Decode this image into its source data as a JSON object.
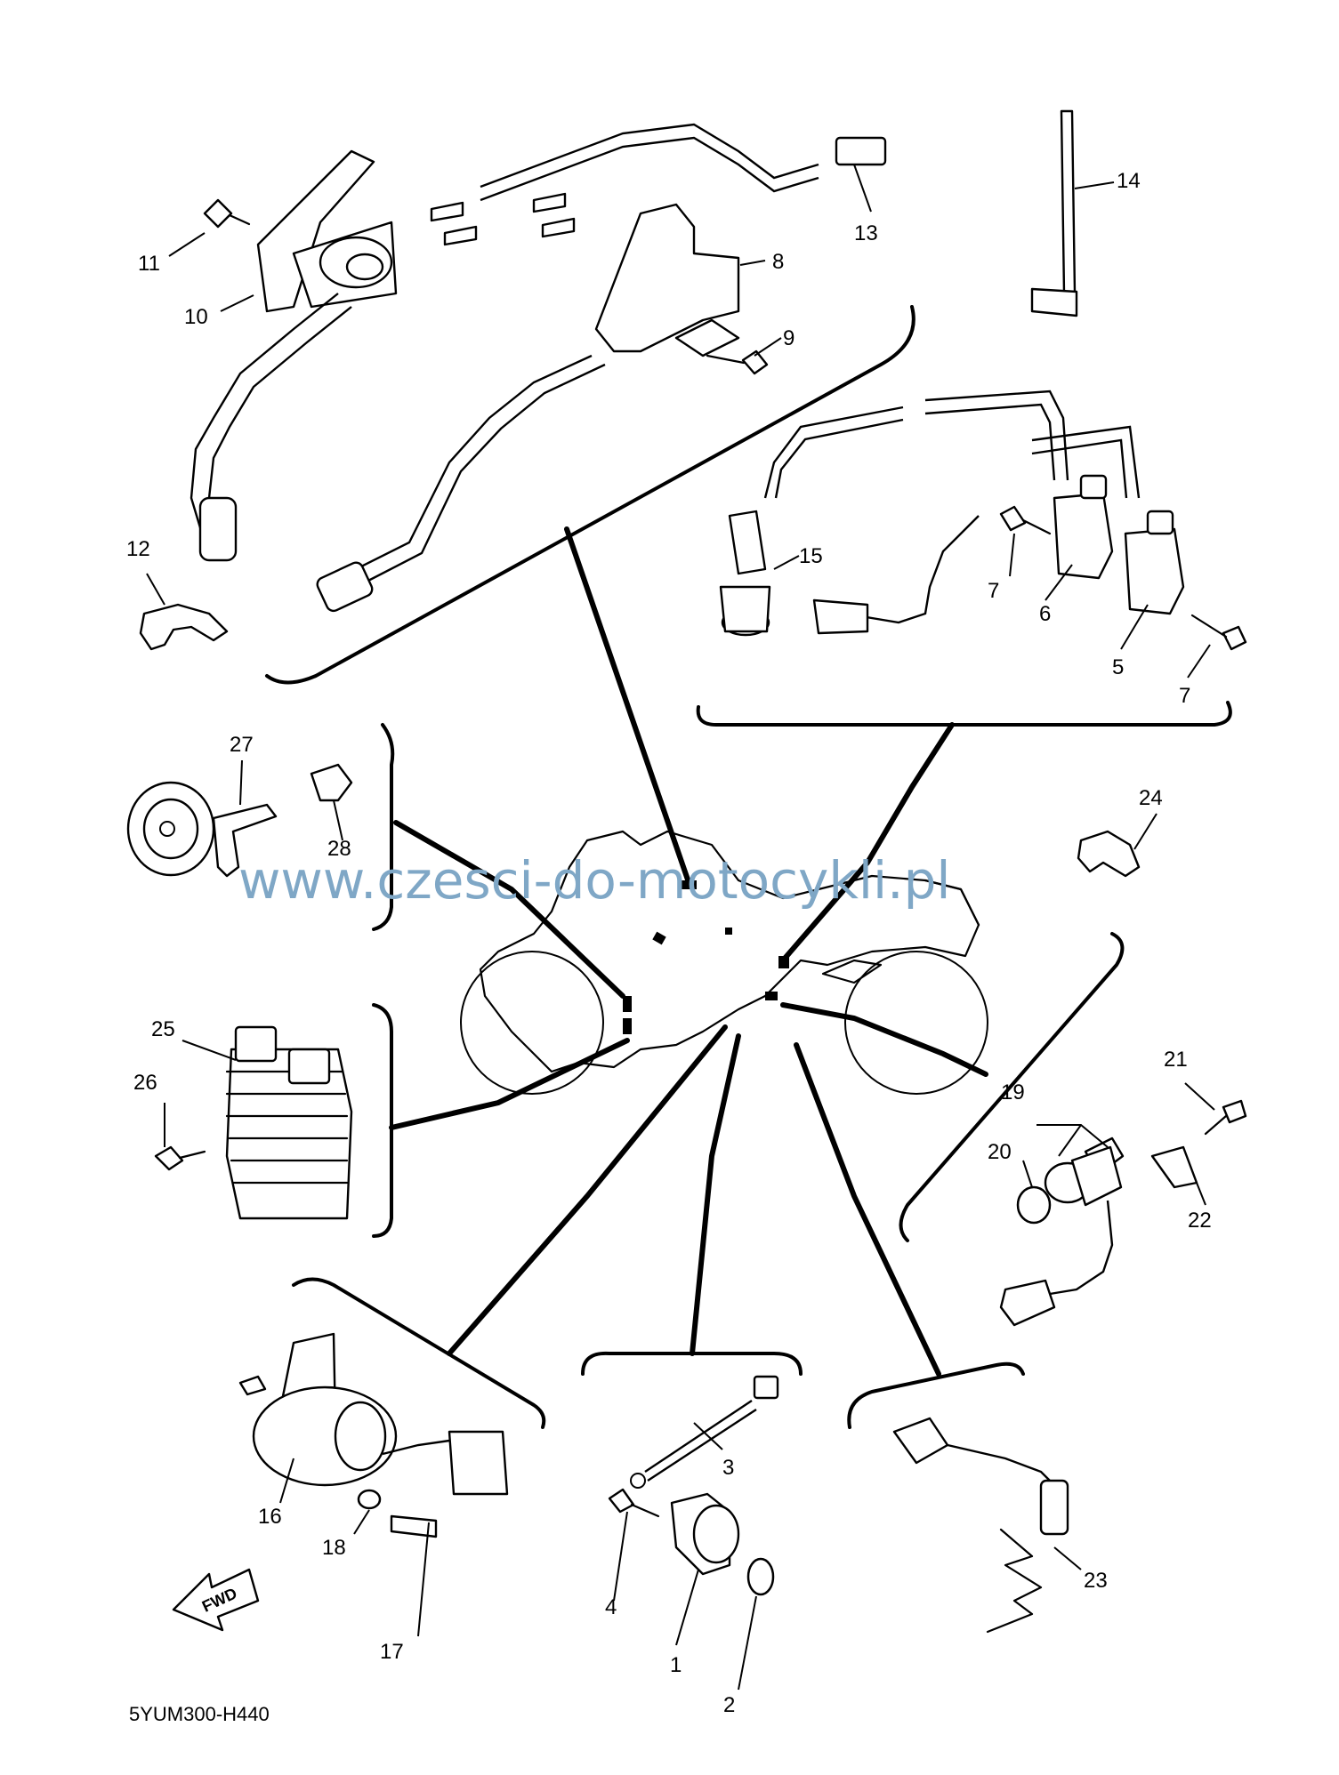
{
  "diagram": {
    "watermark": "www.czesci-do-motocykli.pl",
    "drawing_code": "5YUM300-H440",
    "direction_label": "FWD",
    "callouts": [
      {
        "id": "c1",
        "text": "1"
      },
      {
        "id": "c2",
        "text": "2"
      },
      {
        "id": "c3",
        "text": "3"
      },
      {
        "id": "c4",
        "text": "4"
      },
      {
        "id": "c5",
        "text": "5"
      },
      {
        "id": "c6",
        "text": "6"
      },
      {
        "id": "c7a",
        "text": "7"
      },
      {
        "id": "c7b",
        "text": "7"
      },
      {
        "id": "c8",
        "text": "8"
      },
      {
        "id": "c9",
        "text": "9"
      },
      {
        "id": "c10",
        "text": "10"
      },
      {
        "id": "c11",
        "text": "11"
      },
      {
        "id": "c12",
        "text": "12"
      },
      {
        "id": "c13",
        "text": "13"
      },
      {
        "id": "c14",
        "text": "14"
      },
      {
        "id": "c15",
        "text": "15"
      },
      {
        "id": "c16",
        "text": "16"
      },
      {
        "id": "c17",
        "text": "17"
      },
      {
        "id": "c18",
        "text": "18"
      },
      {
        "id": "c19",
        "text": "19"
      },
      {
        "id": "c20",
        "text": "20"
      },
      {
        "id": "c21",
        "text": "21"
      },
      {
        "id": "c22",
        "text": "22"
      },
      {
        "id": "c23",
        "text": "23"
      },
      {
        "id": "c24",
        "text": "24"
      },
      {
        "id": "c25",
        "text": "25"
      },
      {
        "id": "c26",
        "text": "26"
      },
      {
        "id": "c27",
        "text": "27"
      },
      {
        "id": "c28",
        "text": "28"
      }
    ]
  }
}
